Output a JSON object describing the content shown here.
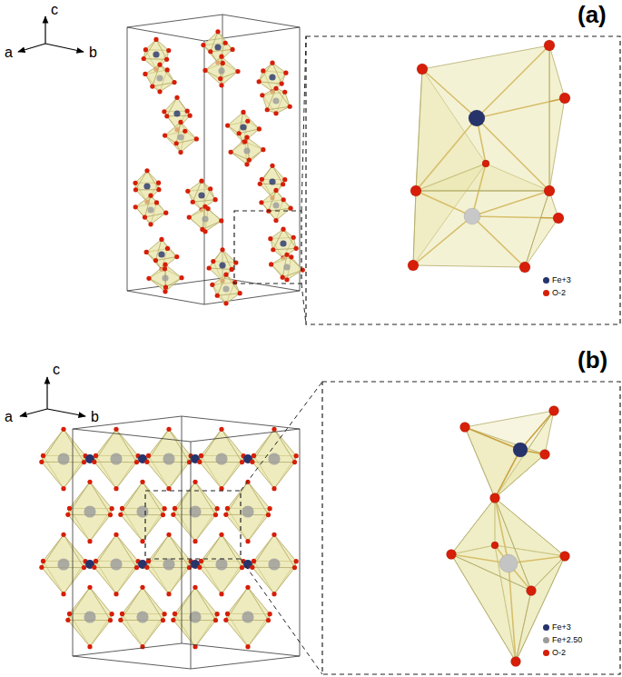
{
  "diagram": {
    "labels": [
      "(a)",
      "c",
      "a",
      "b",
      "(b)",
      "c",
      "a",
      "b"
    ],
    "legend": [
      {
        "text": "Fe+3",
        "color": "#27336b"
      },
      {
        "text": "O-2",
        "color": "#d61e08"
      },
      {
        "text": "Fe+3",
        "color": "#27336b"
      },
      {
        "text": "Fe+2.50",
        "color": "#9b9b9b"
      },
      {
        "text": "O-2",
        "color": "#d61e08"
      }
    ]
  }
}
